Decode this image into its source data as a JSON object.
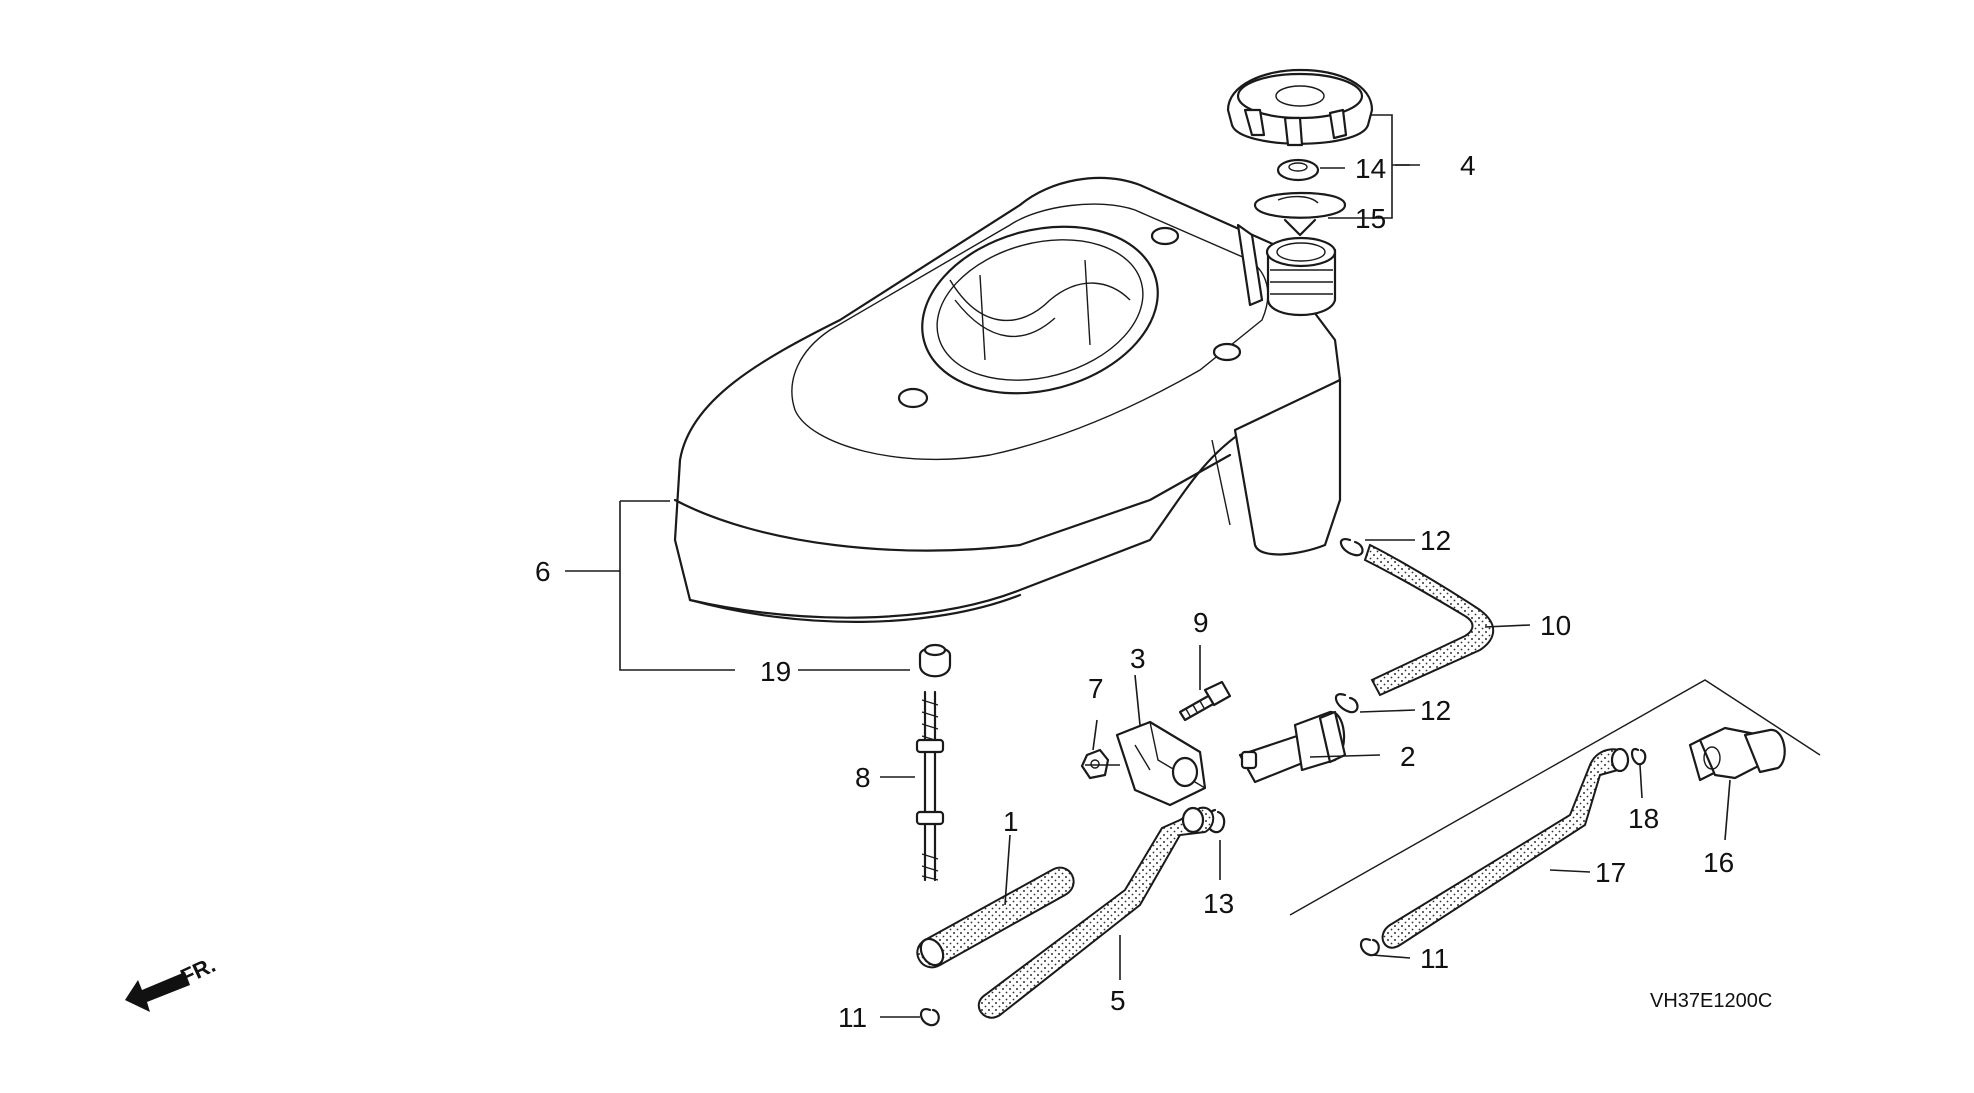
{
  "labels": {
    "p1": "1",
    "p2": "2",
    "p3": "3",
    "p4": "4",
    "p5": "5",
    "p6": "6",
    "p7": "7",
    "p8": "8",
    "p9": "9",
    "p10": "10",
    "p11a": "11",
    "p11b": "11",
    "p12a": "12",
    "p12b": "12",
    "p13": "13",
    "p14": "14",
    "p15": "15",
    "p16": "16",
    "p17": "17",
    "p18": "18",
    "p19": "19"
  },
  "front_marker": "FR.",
  "drawing_code": "VH37E1200C",
  "icons": {
    "front": "front-arrow-icon"
  }
}
